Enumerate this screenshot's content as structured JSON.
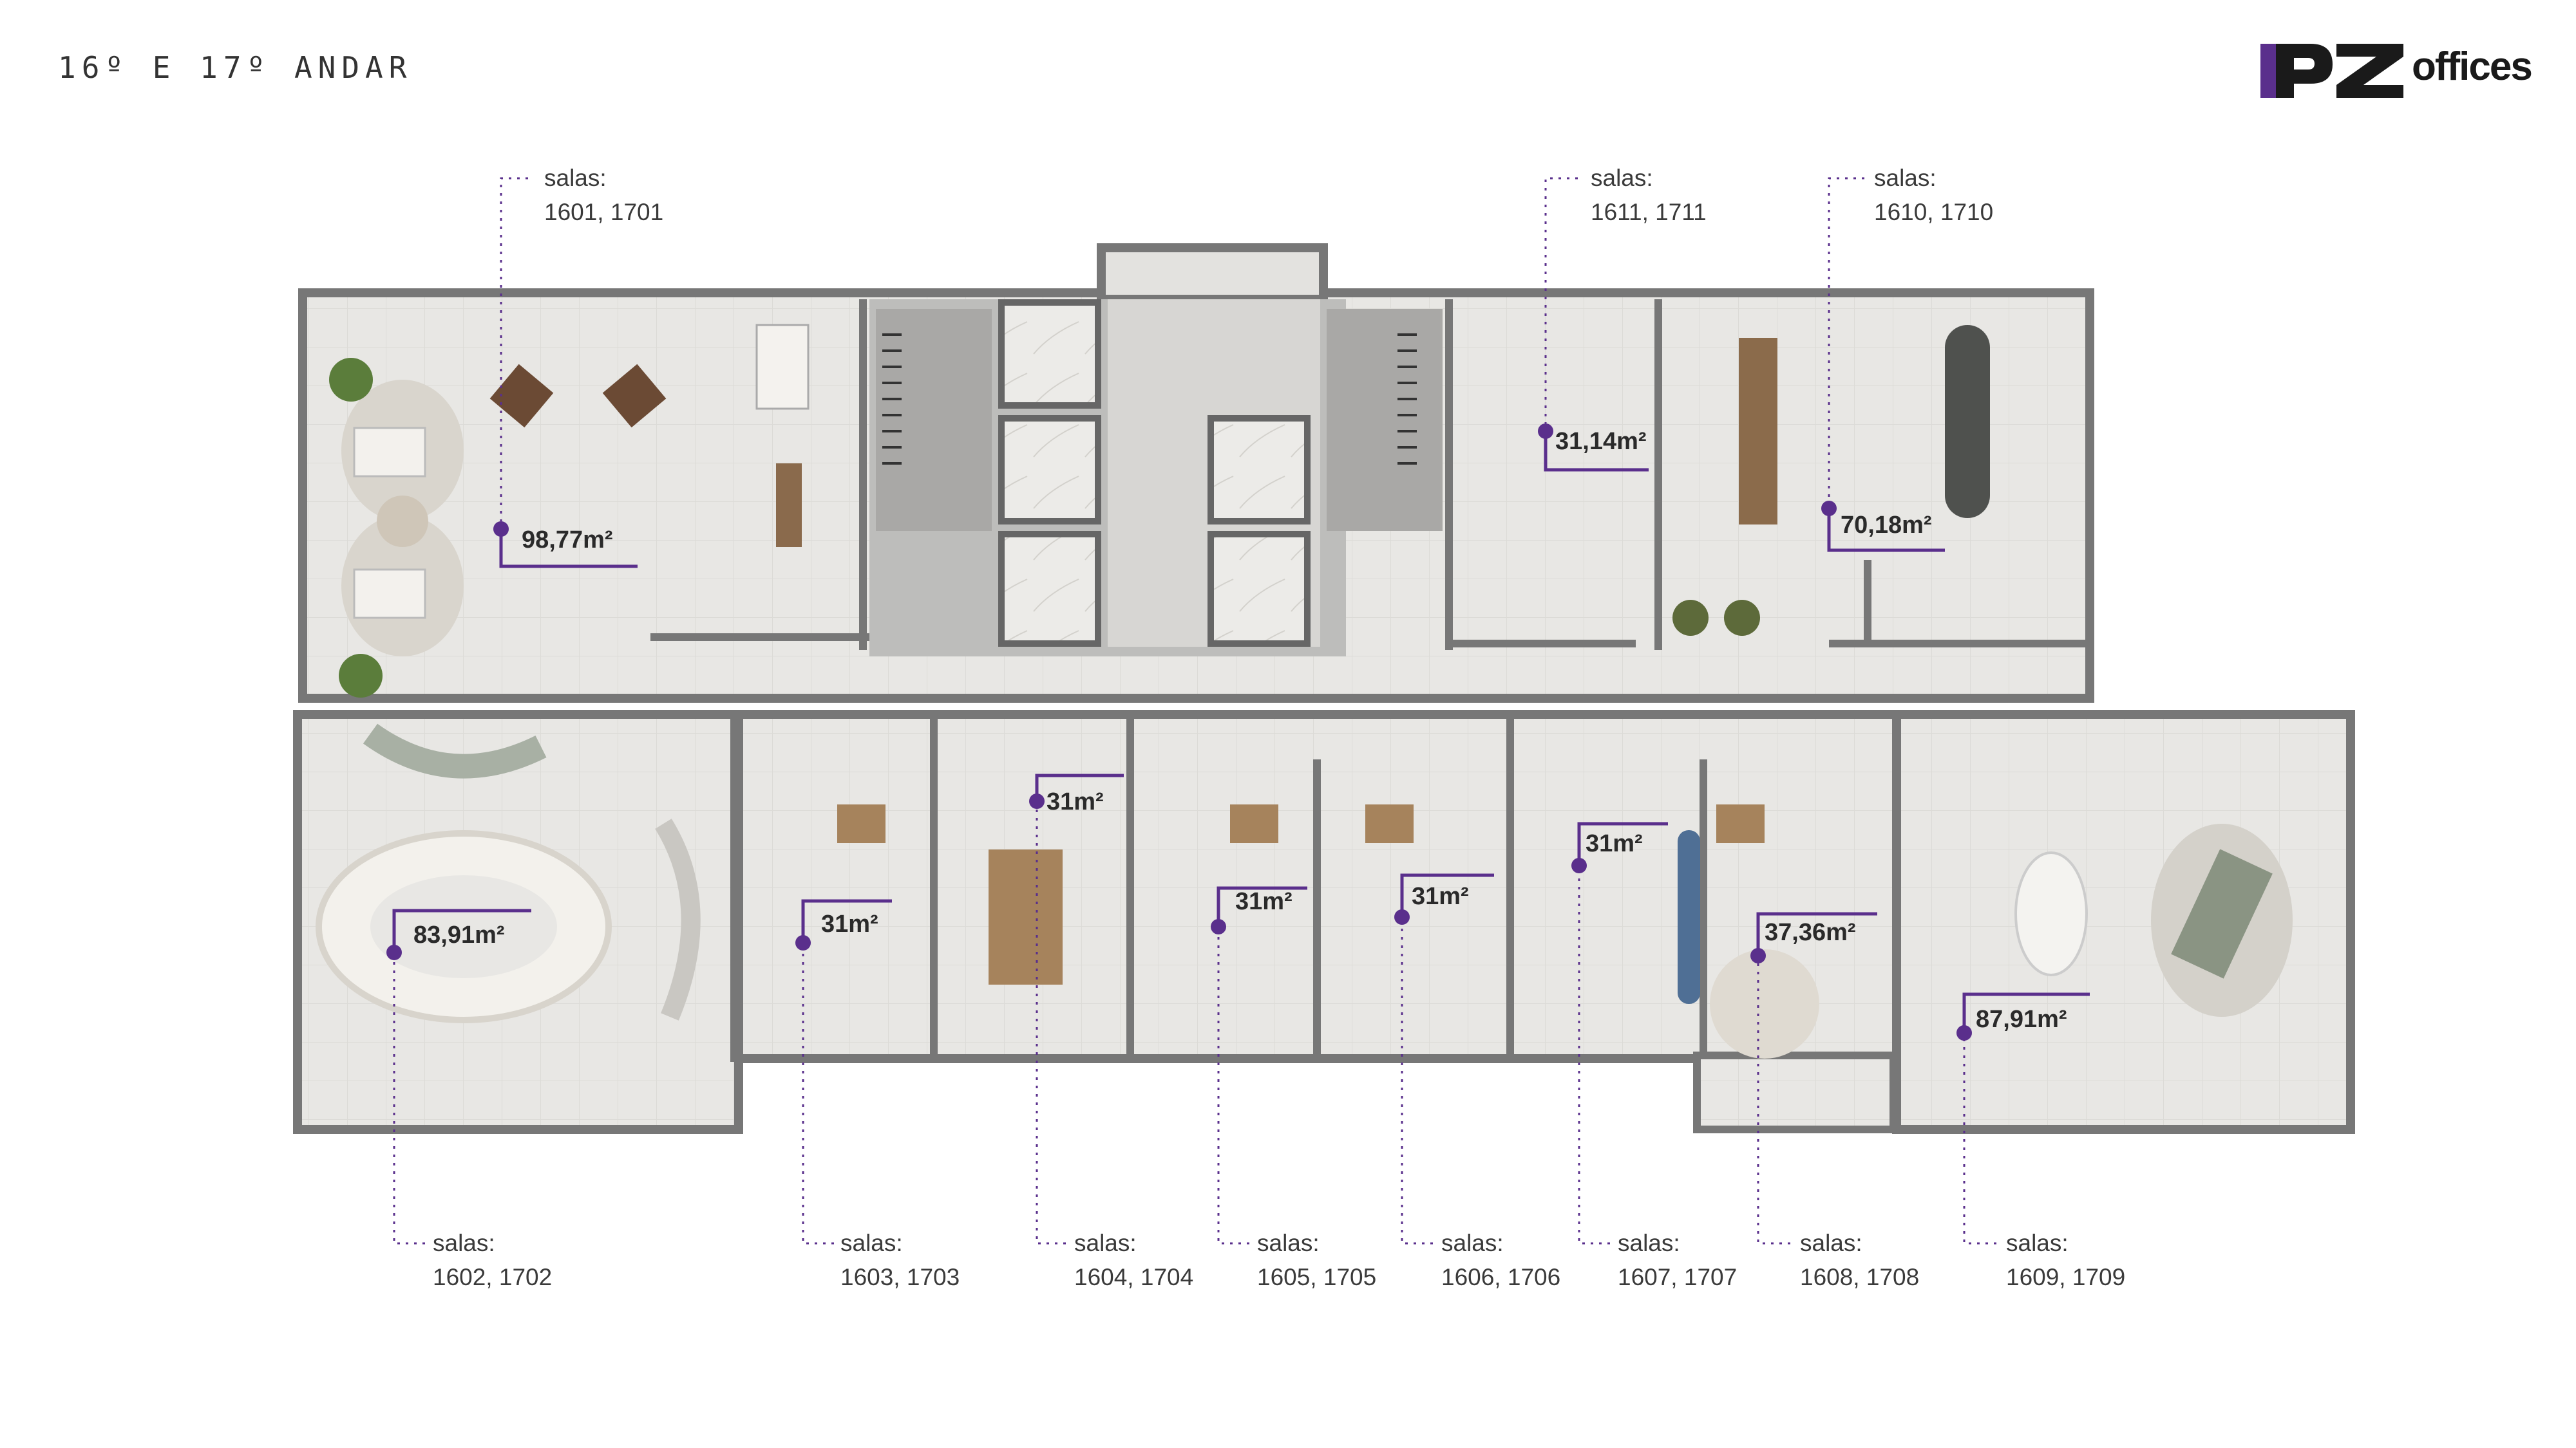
{
  "header": {
    "title": "16º E 17º ANDAR"
  },
  "logo": {
    "mark": "PZ",
    "word": "offices"
  },
  "colors": {
    "accent": "#5a2f8c",
    "wall": "#7a7a7a",
    "floor": "#e7e6e3"
  },
  "rooms": [
    {
      "id": "r1601",
      "label": "salas:",
      "numbers": "1601, 1701",
      "area": "98,77m²"
    },
    {
      "id": "r1611",
      "label": "salas:",
      "numbers": "1611, 1711",
      "area": "31,14m²"
    },
    {
      "id": "r1610",
      "label": "salas:",
      "numbers": "1610, 1710",
      "area": "70,18m²"
    },
    {
      "id": "r1602",
      "label": "salas:",
      "numbers": "1602, 1702",
      "area": "83,91m²"
    },
    {
      "id": "r1603",
      "label": "salas:",
      "numbers": "1603, 1703",
      "area": "31m²"
    },
    {
      "id": "r1604",
      "label": "salas:",
      "numbers": "1604, 1704",
      "area": "31m²"
    },
    {
      "id": "r1605",
      "label": "salas:",
      "numbers": "1605, 1705",
      "area": "31m²"
    },
    {
      "id": "r1606",
      "label": "salas:",
      "numbers": "1606, 1706",
      "area": "31m²"
    },
    {
      "id": "r1607",
      "label": "salas:",
      "numbers": "1607, 1707",
      "area": "31m²"
    },
    {
      "id": "r1608",
      "label": "salas:",
      "numbers": "1608, 1708",
      "area": "37,36m²"
    },
    {
      "id": "r1609",
      "label": "salas:",
      "numbers": "1609, 1709",
      "area": "87,91m²"
    }
  ]
}
